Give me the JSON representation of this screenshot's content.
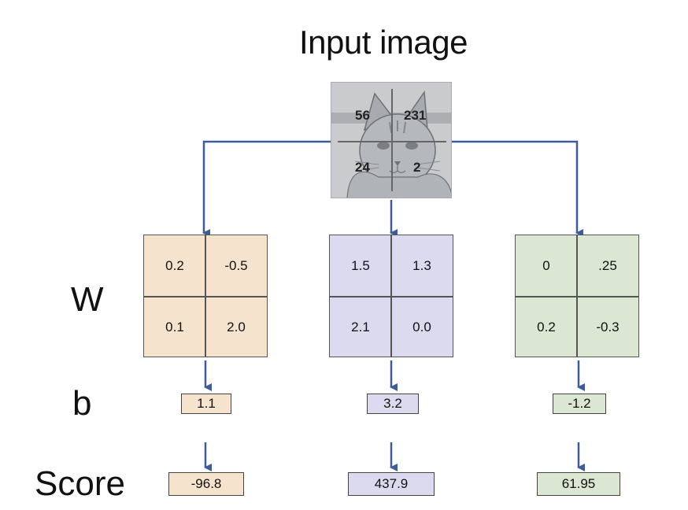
{
  "title": "Input image",
  "labels": {
    "weights": "W",
    "bias": "b",
    "score": "Score"
  },
  "input_pixels": [
    "56",
    "231",
    "24",
    "2"
  ],
  "classes": [
    {
      "color": "#f6e3cd",
      "weights": [
        "0.2",
        "-0.5",
        "0.1",
        "2.0"
      ],
      "bias": "1.1",
      "score": "-96.8"
    },
    {
      "color": "#dcdaee",
      "weights": [
        "1.5",
        "1.3",
        "2.1",
        "0.0"
      ],
      "bias": "3.2",
      "score": "437.9"
    },
    {
      "color": "#dbe6d3",
      "weights": [
        "0",
        ".25",
        "0.2",
        "-0.3"
      ],
      "bias": "-1.2",
      "score": "61.95"
    }
  ],
  "colors": {
    "arrow": "#3f5c98",
    "border": "#555555"
  }
}
